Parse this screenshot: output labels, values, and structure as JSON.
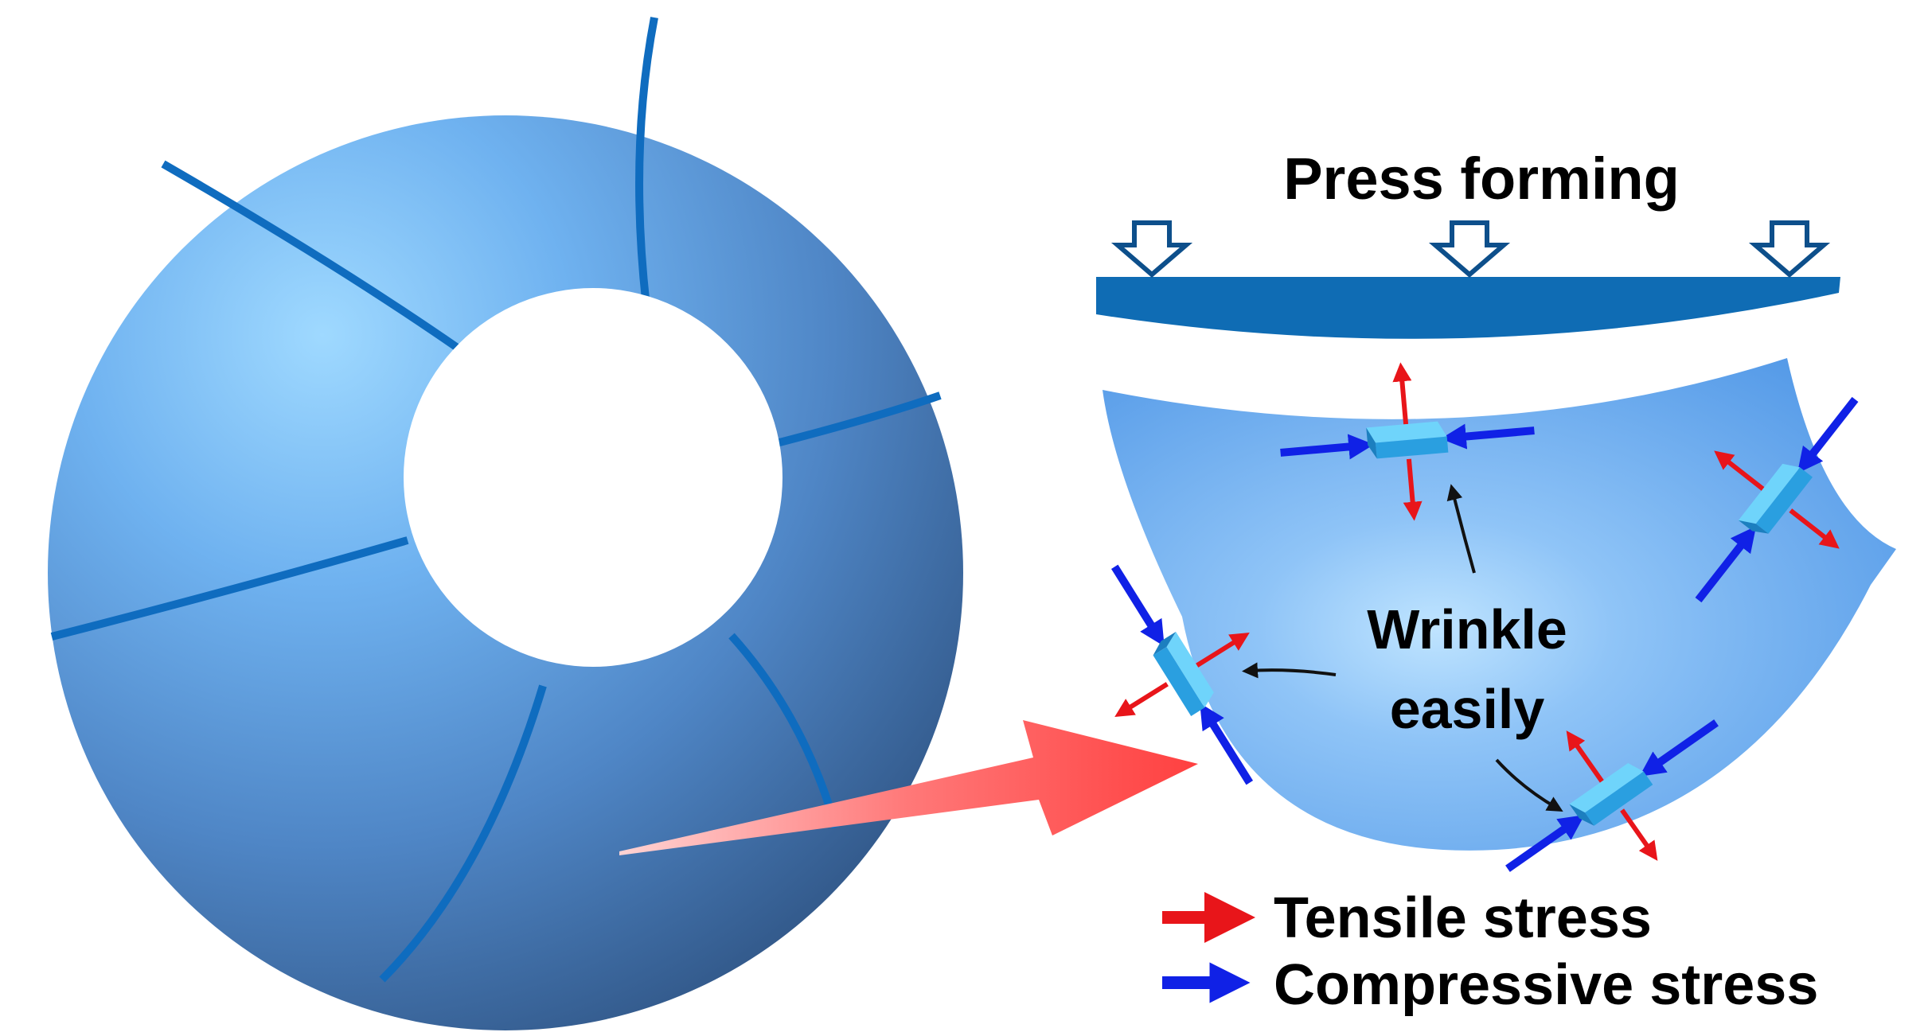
{
  "title": "Press forming",
  "annotation": {
    "line1": "Wrinkle",
    "line2": "easily"
  },
  "legend": {
    "tensile_label": "Tensile stress",
    "compressive_label": "Compressive stress"
  },
  "colors": {
    "tensile": "#e8151a",
    "compressive": "#1021e6",
    "shell": "#5a9be0",
    "press_plate": "#0f6cb4",
    "callout_arrow": "#ff5a5a",
    "element": "#3ab3ee"
  },
  "icons": {
    "press_arrows": "hollow-down-arrow",
    "callout": "red-callout-arrow"
  }
}
